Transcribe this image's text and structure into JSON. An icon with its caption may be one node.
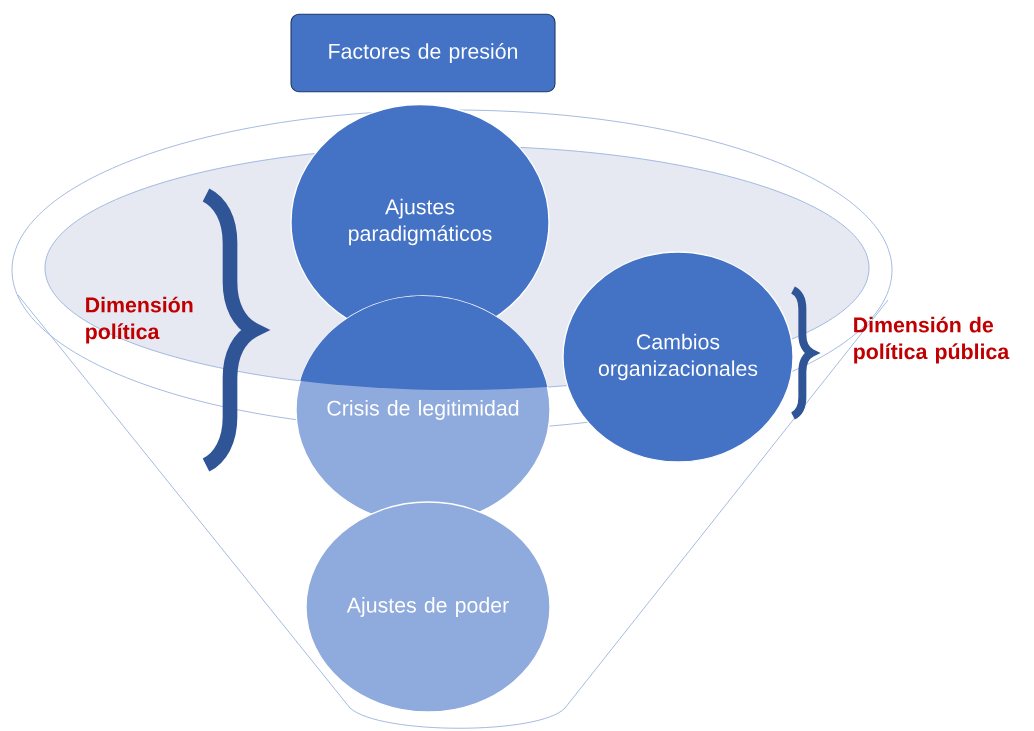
{
  "diagram": {
    "nodes": [
      {
        "text": [
          "Factores de presión"
        ]
      },
      {
        "text": [
          "Ajustes paradigmáticos"
        ]
      },
      {
        "text": [
          "Crisis de legitimidad"
        ]
      },
      {
        "text": [
          "Cambios organizacionales"
        ]
      },
      {
        "text": [
          "Ajustes de poder"
        ]
      }
    ],
    "labels": [
      "Dimensión política",
      "Dimensión de política pública"
    ]
  }
}
